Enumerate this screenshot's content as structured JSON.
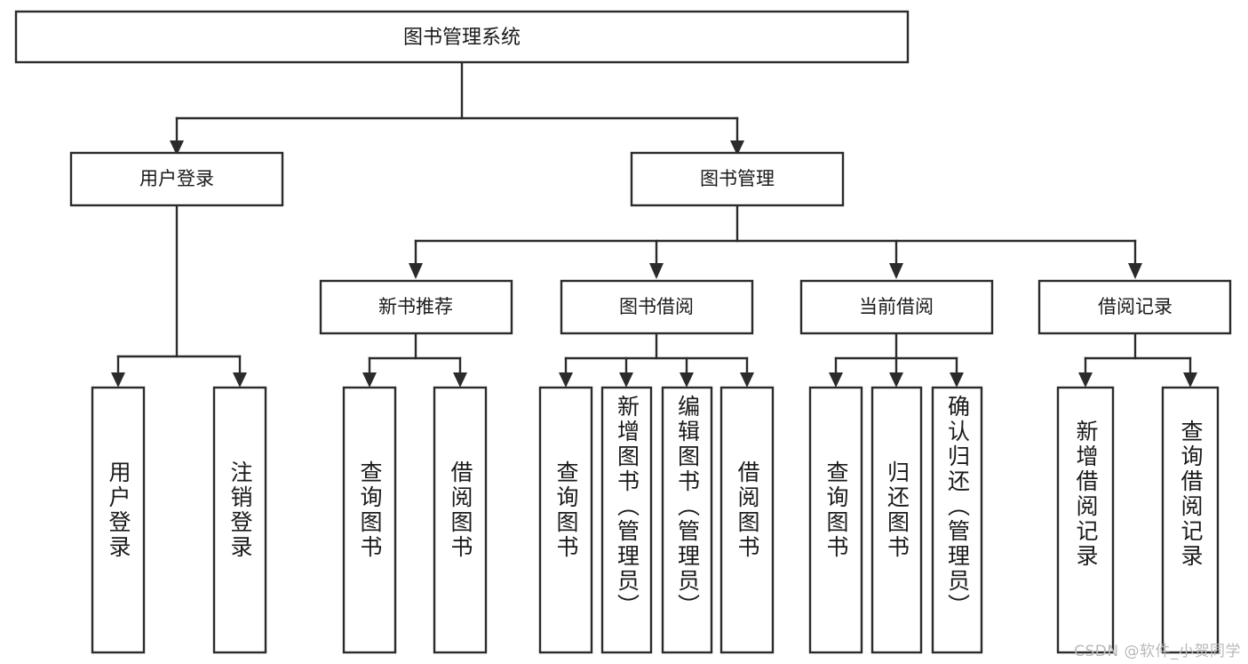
{
  "diagram": {
    "type": "tree-hierarchy",
    "title": "图书管理系统",
    "watermark": "CSDN @软件_小贺同学",
    "colors": {
      "background": "#ffffff",
      "box_fill": "#ffffff",
      "stroke": "#2b2b2b",
      "text": "#1a1a1a",
      "watermark": "#b9b9b9"
    },
    "levels": [
      {
        "level": 0,
        "nodes": [
          {
            "id": "root",
            "label": "图书管理系统",
            "orientation": "horizontal"
          }
        ]
      },
      {
        "level": 1,
        "nodes": [
          {
            "id": "user-login",
            "label": "用户登录",
            "orientation": "horizontal",
            "parent": "root"
          },
          {
            "id": "book-management",
            "label": "图书管理",
            "orientation": "horizontal",
            "parent": "root"
          }
        ]
      },
      {
        "level": 2,
        "nodes": [
          {
            "id": "new-book-recommend",
            "label": "新书推荐",
            "orientation": "horizontal",
            "parent": "book-management"
          },
          {
            "id": "book-borrow",
            "label": "图书借阅",
            "orientation": "horizontal",
            "parent": "book-management"
          },
          {
            "id": "current-borrow",
            "label": "当前借阅",
            "orientation": "horizontal",
            "parent": "book-management"
          },
          {
            "id": "borrow-record",
            "label": "借阅记录",
            "orientation": "horizontal",
            "parent": "book-management"
          }
        ]
      },
      {
        "level": 3,
        "nodes": [
          {
            "id": "leaf-user-login",
            "label": "用户登录",
            "orientation": "vertical",
            "parent": "user-login"
          },
          {
            "id": "leaf-logout-login",
            "label": "注销登录",
            "orientation": "vertical",
            "parent": "user-login"
          },
          {
            "id": "leaf-query-book-1",
            "label": "查询图书",
            "orientation": "vertical",
            "parent": "new-book-recommend"
          },
          {
            "id": "leaf-borrow-book-1",
            "label": "借阅图书",
            "orientation": "vertical",
            "parent": "new-book-recommend"
          },
          {
            "id": "leaf-query-book-2",
            "label": "查询图书",
            "orientation": "vertical",
            "parent": "book-borrow"
          },
          {
            "id": "leaf-add-book",
            "label": "新增图书（管理员）",
            "orientation": "vertical",
            "parent": "book-borrow"
          },
          {
            "id": "leaf-edit-book",
            "label": "编辑图书（管理员）",
            "orientation": "vertical",
            "parent": "book-borrow"
          },
          {
            "id": "leaf-borrow-book-2",
            "label": "借阅图书",
            "orientation": "vertical",
            "parent": "book-borrow"
          },
          {
            "id": "leaf-query-book-3",
            "label": "查询图书",
            "orientation": "vertical",
            "parent": "current-borrow"
          },
          {
            "id": "leaf-return-book",
            "label": "归还图书",
            "orientation": "vertical",
            "parent": "current-borrow"
          },
          {
            "id": "leaf-confirm-return",
            "label": "确认归还（管理员）",
            "orientation": "vertical",
            "parent": "current-borrow"
          },
          {
            "id": "leaf-add-record",
            "label": "新增借阅记录",
            "orientation": "vertical",
            "parent": "borrow-record"
          },
          {
            "id": "leaf-query-record",
            "label": "查询借阅记录",
            "orientation": "vertical",
            "parent": "borrow-record"
          }
        ]
      }
    ]
  }
}
